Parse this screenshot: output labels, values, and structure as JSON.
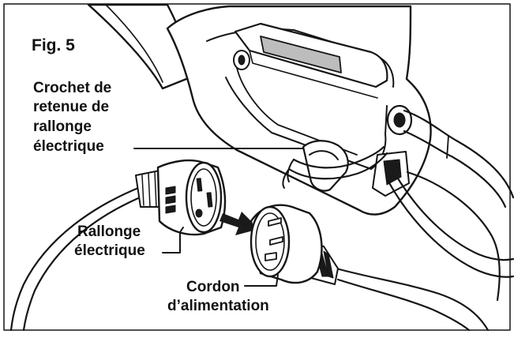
{
  "figure": {
    "title": "Fig. 5",
    "labels": {
      "hook": [
        "Crochet de",
        "retenue de",
        "rallonge",
        "électrique"
      ],
      "extension_cord": [
        "Rallonge",
        "électrique"
      ],
      "power_cord": [
        "Cordon",
        "d’alimentation"
      ]
    },
    "colors": {
      "line": "#151515",
      "shade": "#bdbdbd",
      "background": "#ffffff"
    }
  }
}
